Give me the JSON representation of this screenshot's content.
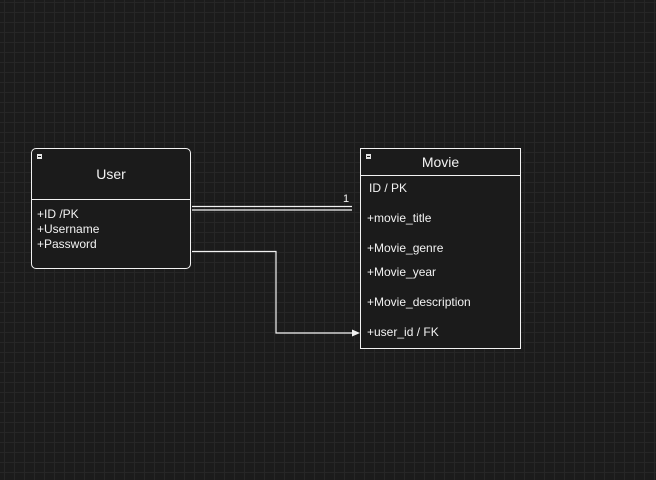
{
  "colors": {
    "background": "#1b1b1b",
    "grid_minor": "#262626",
    "grid_major": "#313131",
    "stroke": "#f2f2f2"
  },
  "entities": {
    "user": {
      "title": "User",
      "icon": "collapse-icon",
      "fields": [
        "+ID /PK",
        "+Username",
        "+Password"
      ]
    },
    "movie": {
      "title": "Movie",
      "icon": "collapse-icon",
      "fields": [
        "ID /  PK",
        "+movie_title",
        "+Movie_genre",
        "+Movie_year",
        "+Movie_description",
        "+user_id / FK"
      ]
    }
  },
  "relationship": {
    "cardinality_label": "1"
  }
}
